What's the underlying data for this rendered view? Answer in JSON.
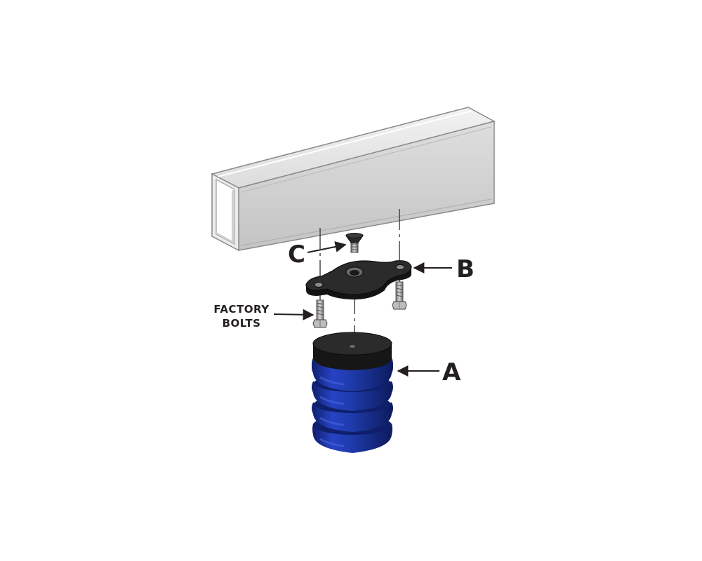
{
  "callouts": {
    "a": "A",
    "b": "B",
    "c": "C",
    "factory_bolts_line1": "FACTORY",
    "factory_bolts_line2": "BOLTS"
  },
  "colors": {
    "background": "#ffffff",
    "frame_rail": "#d9d9d9",
    "frame_edge": "#7a7a7a",
    "bracket": "#1e1e1e",
    "spring_blue": "#1e3aa8",
    "spring_dark": "#0f1f6b",
    "bolt": "#9a9a9a",
    "ink": "#231f20"
  },
  "parts": [
    {
      "id": "A",
      "name": "rubber spring"
    },
    {
      "id": "B",
      "name": "mounting bracket"
    },
    {
      "id": "C",
      "name": "countersunk screw"
    }
  ]
}
